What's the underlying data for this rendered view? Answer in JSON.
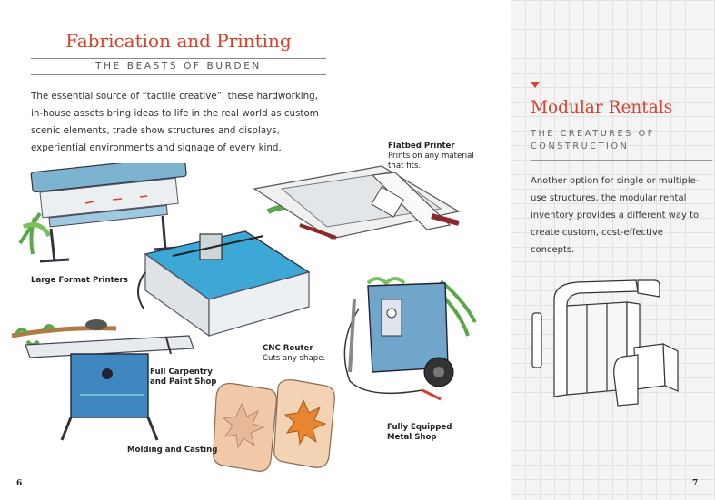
{
  "left_page": {
    "title": "Fabrication and Printing",
    "subtitle": "THE BEASTS OF BURDEN",
    "intro": "The essential source of “tactile creative”, these hardworking, in-house assets bring ideas to life in the real world as custom scenic elements, trade show structures and displays, experiential environments and signage of every kind.",
    "labels": {
      "flatbed_title": "Flatbed Printer",
      "flatbed_desc": "Prints on any material that fits.",
      "large_format": "Large Format Printers",
      "cnc_title": "CNC Router",
      "cnc_desc": "Cuts any shape.",
      "carpentry": "Full Carpentry and Paint Shop",
      "metal": "Fully Equipped Metal Shop",
      "molding": "Molding and Casting"
    },
    "page_number": "6"
  },
  "right_page": {
    "title": "Modular Rentals",
    "subtitle": "THE CREATURES OF CONSTRUCTION",
    "body": "Another option for single or multiple-use structures, the modular rental inventory provides a different way to create custom, cost-effective concepts.",
    "page_number": "7"
  },
  "colors": {
    "accent": "#d9402a",
    "machine_blue": "#6fb3d6",
    "wood": "#c98a4e"
  }
}
